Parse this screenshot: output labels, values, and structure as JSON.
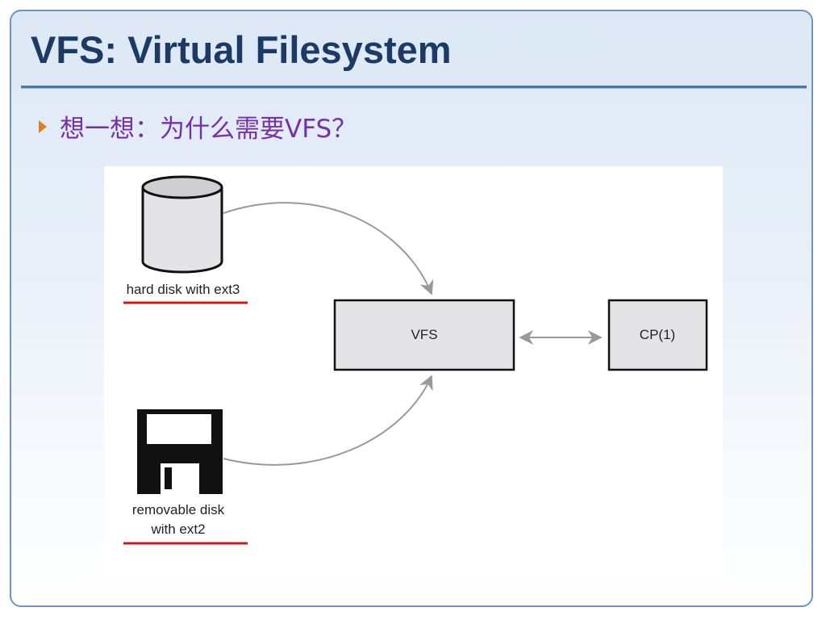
{
  "slide": {
    "title": "VFS: Virtual Filesystem",
    "bullet": "想一想：为什么需要VFS？"
  },
  "diagram": {
    "hard_disk_label": "hard disk with ext3",
    "removable_disk_label_line1": "removable disk",
    "removable_disk_label_line2": "with ext2",
    "vfs_label": "VFS",
    "cp_label": "CP(1)",
    "colors": {
      "box_fill": "#e4e4e6",
      "underline": "#d01818",
      "arrow": "#999999"
    }
  }
}
